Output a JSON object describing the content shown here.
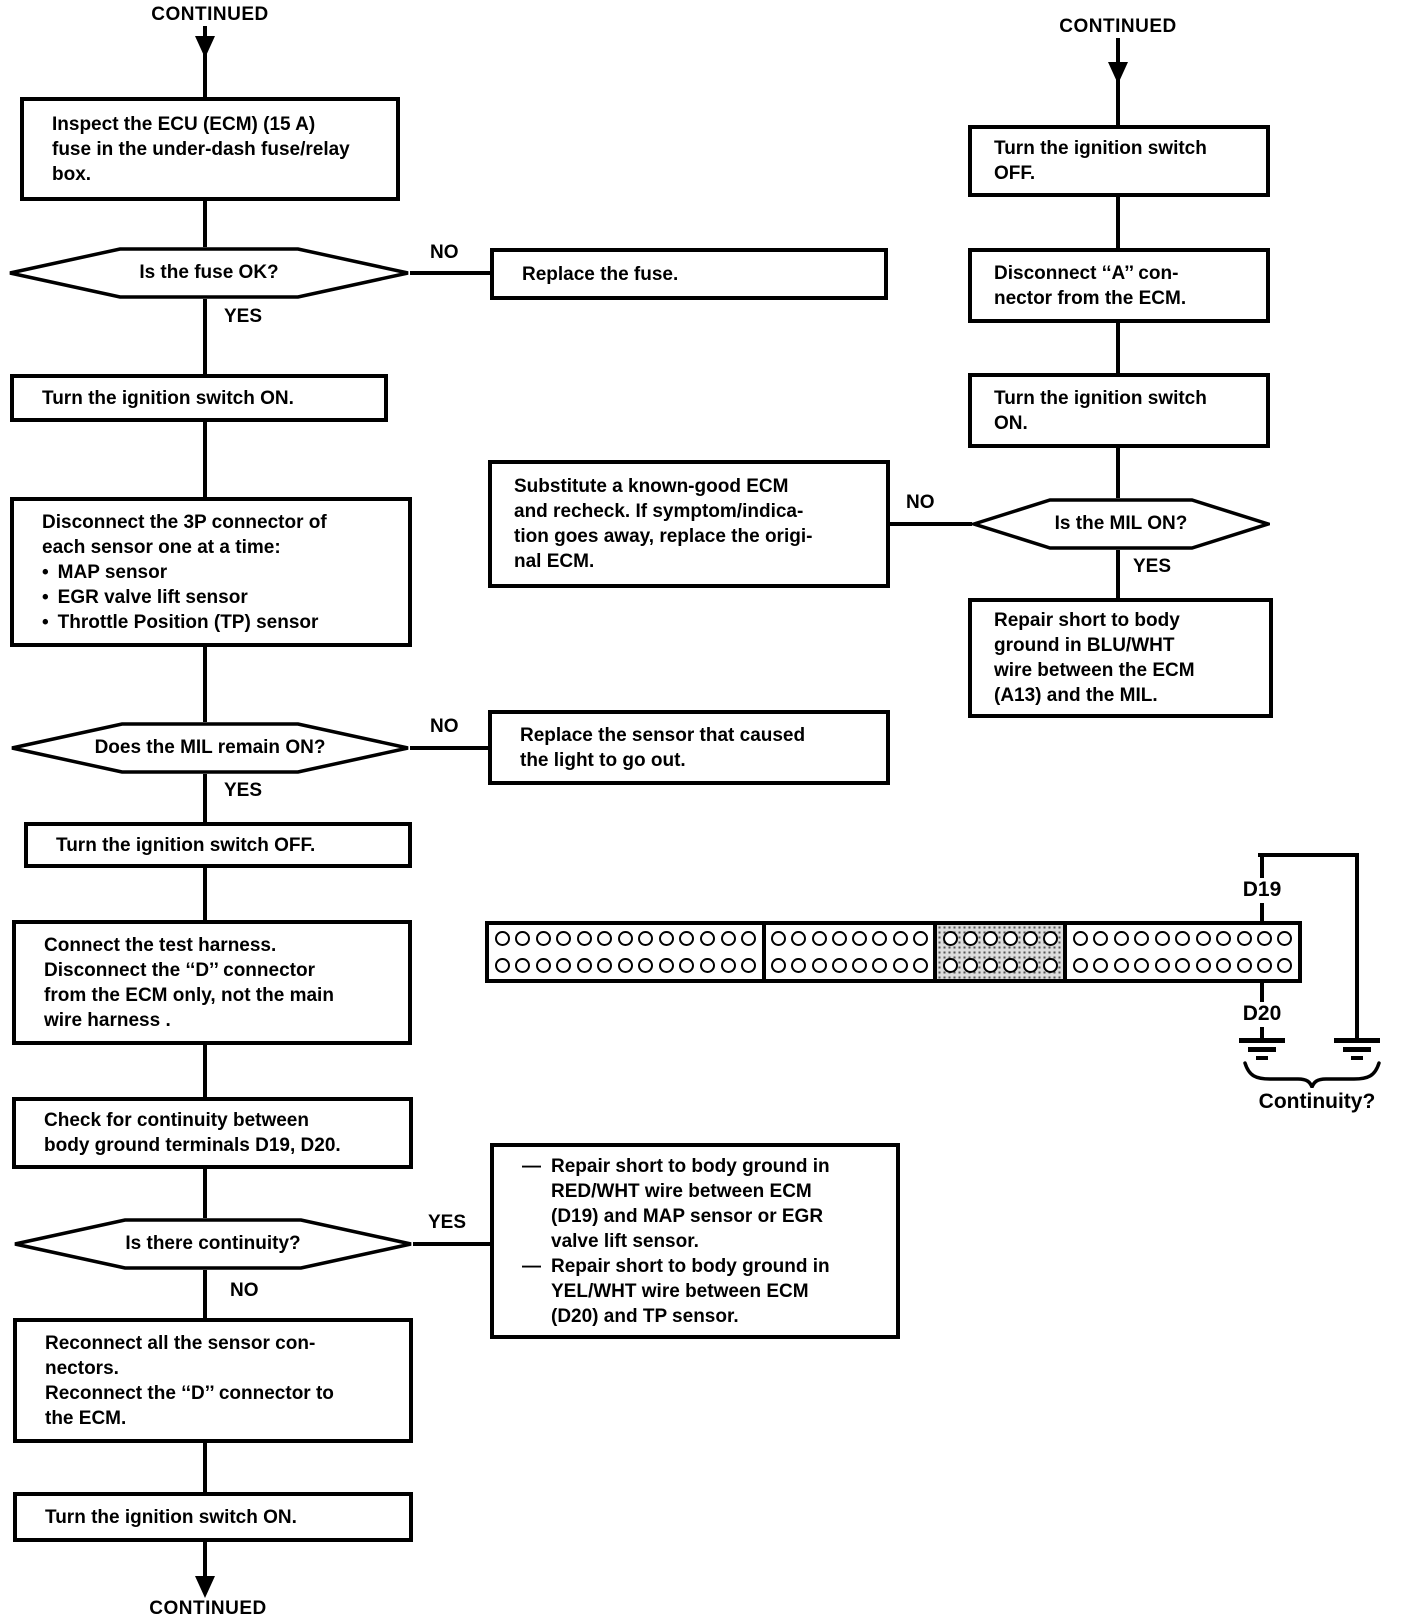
{
  "colors": {
    "ink": "#000000",
    "paper": "#ffffff",
    "shade": "#dcdcdc"
  },
  "labels": {
    "continued_top_left": "CONTINUED",
    "continued_top_right": "CONTINUED",
    "continued_bottom": "CONTINUED",
    "yes": "YES",
    "no": "NO"
  },
  "left_flow": {
    "inspect_fuse": "Inspect the ECU (ECM) (15 A)\nfuse in the under-dash fuse/relay\nbox.",
    "fuse_ok_q": "Is the fuse OK?",
    "ignition_on_1": "Turn the ignition switch ON.",
    "disconnect_3p_intro": "Disconnect the 3P connector of\neach sensor one at a time:",
    "bullet_char": "•",
    "sensors": [
      "MAP sensor",
      "EGR valve lift sensor",
      "Throttle Position (TP) sensor"
    ],
    "mil_remain_q": "Does the MIL remain ON?",
    "ignition_off": "Turn the ignition switch OFF.",
    "test_harness": "Connect the test harness.\nDisconnect the ‘‘D’’ connector\nfrom the ECM only, not the main\nwire harness .",
    "check_continuity": "Check for continuity between\nbody ground terminals D19, D20.",
    "continuity_q": "Is there continuity?",
    "reconnect": "Reconnect all the sensor con-\nnectors.\nReconnect the ‘‘D’’ connector to\nthe ECM.",
    "ignition_on_2": "Turn the ignition switch ON."
  },
  "branches": {
    "replace_fuse": "Replace the fuse.",
    "replace_sensor": "Replace the sensor that caused\nthe light to go out.",
    "substitute_ecm": "Substitute a known-good ECM\nand recheck. If symptom/indica-\ntion goes away, replace the origi-\nnal ECM.",
    "dash_char": "—",
    "repair_items": [
      "Repair short to body ground in\nRED/WHT wire between ECM\n(D19) and MAP sensor or EGR\nvalve lift sensor.",
      "Repair short to body ground in\nYEL/WHT wire between ECM\n(D20) and TP sensor."
    ]
  },
  "right_flow": {
    "ignition_off": "Turn the ignition switch\nOFF.",
    "disconnect_a": "Disconnect ‘‘A’’ con-\nnector from the ECM.",
    "ignition_on": "Turn the ignition switch\nON.",
    "mil_on_q": "Is the MIL ON?",
    "repair_blu": "Repair short to body\nground in BLU/WHT\nwire between the ECM\n(A13) and the MIL."
  },
  "connector": {
    "rows": 2,
    "sections": [
      {
        "pins_per_row": 13,
        "shaded": false
      },
      {
        "pins_per_row": 8,
        "shaded": false
      },
      {
        "pins_per_row": 6,
        "shaded": true
      },
      {
        "pins_per_row": 11,
        "shaded": false
      }
    ],
    "pin_labels": {
      "d19": "D19",
      "d20": "D20"
    },
    "continuity_label": "Continuity?"
  }
}
